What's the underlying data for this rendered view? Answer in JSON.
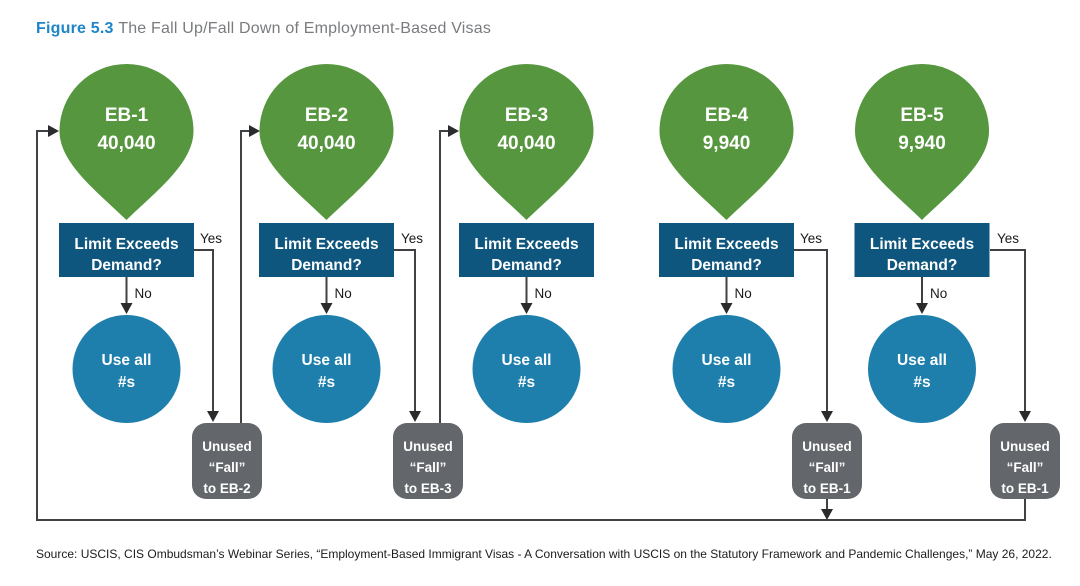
{
  "figure": {
    "label": "Figure 5.3",
    "title": "The Fall Up/Fall Down of Employment-Based Visas"
  },
  "source": "Source: USCIS, CIS Ombudsman’s Webinar Series, “Employment-Based Immigrant Visas - A Conversation with USCIS on the Statutory Framework and Pandemic Challenges,” May 26, 2022.",
  "colors": {
    "pin_green": "#55963e",
    "question_box_blue": "#0f567f",
    "outcome_circle_blue": "#1e7fac",
    "fall_box_gray": "#63666a",
    "connector_line": "#3f4144",
    "title_accent_blue": "#1e86c7",
    "title_gray": "#797b7e"
  },
  "diagram": {
    "type": "flowchart",
    "columns": [
      {
        "id": "EB-1",
        "label": "EB-1",
        "value": "40,040",
        "question_line1": "Limit Exceeds",
        "question_line2": "Demand?",
        "yes_label": "Yes",
        "no_label": "No",
        "outcome_line1": "Use all",
        "outcome_line2": "#s",
        "fall": {
          "line1": "Unused",
          "line2": "“Fall”",
          "line3": "to EB-2",
          "target": "EB-2"
        }
      },
      {
        "id": "EB-2",
        "label": "EB-2",
        "value": "40,040",
        "question_line1": "Limit Exceeds",
        "question_line2": "Demand?",
        "yes_label": "Yes",
        "no_label": "No",
        "outcome_line1": "Use all",
        "outcome_line2": "#s",
        "fall": {
          "line1": "Unused",
          "line2": "“Fall”",
          "line3": "to EB-3",
          "target": "EB-3"
        }
      },
      {
        "id": "EB-3",
        "label": "EB-3",
        "value": "40,040",
        "question_line1": "Limit Exceeds",
        "question_line2": "Demand?",
        "no_label": "No",
        "outcome_line1": "Use all",
        "outcome_line2": "#s"
      },
      {
        "id": "EB-4",
        "label": "EB-4",
        "value": "9,940",
        "question_line1": "Limit Exceeds",
        "question_line2": "Demand?",
        "yes_label": "Yes",
        "no_label": "No",
        "outcome_line1": "Use all",
        "outcome_line2": "#s",
        "fall": {
          "line1": "Unused",
          "line2": "“Fall”",
          "line3": "to EB-1",
          "target": "EB-1"
        }
      },
      {
        "id": "EB-5",
        "label": "EB-5",
        "value": "9,940",
        "question_line1": "Limit Exceeds",
        "question_line2": "Demand?",
        "yes_label": "Yes",
        "no_label": "No",
        "outcome_line1": "Use all",
        "outcome_line2": "#s",
        "fall": {
          "line1": "Unused",
          "line2": "“Fall”",
          "line3": "to EB-1",
          "target": "EB-1"
        }
      }
    ]
  }
}
